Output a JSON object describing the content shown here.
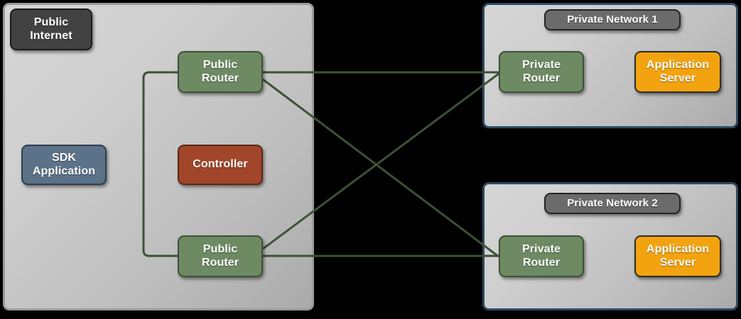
{
  "diagram": {
    "title": "Public Internet to Private Networks routing topology",
    "background_color": "#000000"
  },
  "zones": {
    "public": {
      "name": "public-internet-zone",
      "chip_label": "Public\nInternet",
      "border_color": "#9a9a9a",
      "fill_color": "#c6c6c6"
    },
    "private_1": {
      "name": "private-network-1-zone",
      "chip_label": "Private Network 1",
      "border_color": "#2d4a63",
      "fill_color": "#c6c6c6"
    },
    "private_2": {
      "name": "private-network-2-zone",
      "chip_label": "Private Network 2",
      "border_color": "#2d4a63",
      "fill_color": "#c6c6c6"
    }
  },
  "nodes": {
    "sdk_application": {
      "label": "SDK\nApplication",
      "color": "#5c7289"
    },
    "public_router_1": {
      "label": "Public\nRouter",
      "color": "#6d8a63"
    },
    "public_router_2": {
      "label": "Public\nRouter",
      "color": "#6d8a63"
    },
    "controller": {
      "label": "Controller",
      "color": "#a1462a"
    },
    "private_router_1": {
      "label": "Private\nRouter",
      "color": "#6d8a63"
    },
    "private_router_2": {
      "label": "Private\nRouter",
      "color": "#6d8a63"
    },
    "app_server_1": {
      "label": "Application\nServer",
      "color": "#f2a30f"
    },
    "app_server_2": {
      "label": "Application\nServer",
      "color": "#f2a30f"
    }
  },
  "links": {
    "stroke_color": "#3d5136",
    "stroke_width": 3,
    "edges": [
      {
        "name": "public-router-1-to-public-router-2",
        "from": "public_router_1",
        "to": "public_router_2",
        "style": "elbow"
      },
      {
        "name": "public-router-1-to-private-router-1",
        "from": "public_router_1",
        "to": "private_router_1",
        "style": "straight"
      },
      {
        "name": "public-router-1-to-private-router-2",
        "from": "public_router_1",
        "to": "private_router_2",
        "style": "diagonal"
      },
      {
        "name": "public-router-2-to-private-router-1",
        "from": "public_router_2",
        "to": "private_router_1",
        "style": "diagonal"
      },
      {
        "name": "public-router-2-to-private-router-2",
        "from": "public_router_2",
        "to": "private_router_2",
        "style": "straight"
      }
    ]
  }
}
